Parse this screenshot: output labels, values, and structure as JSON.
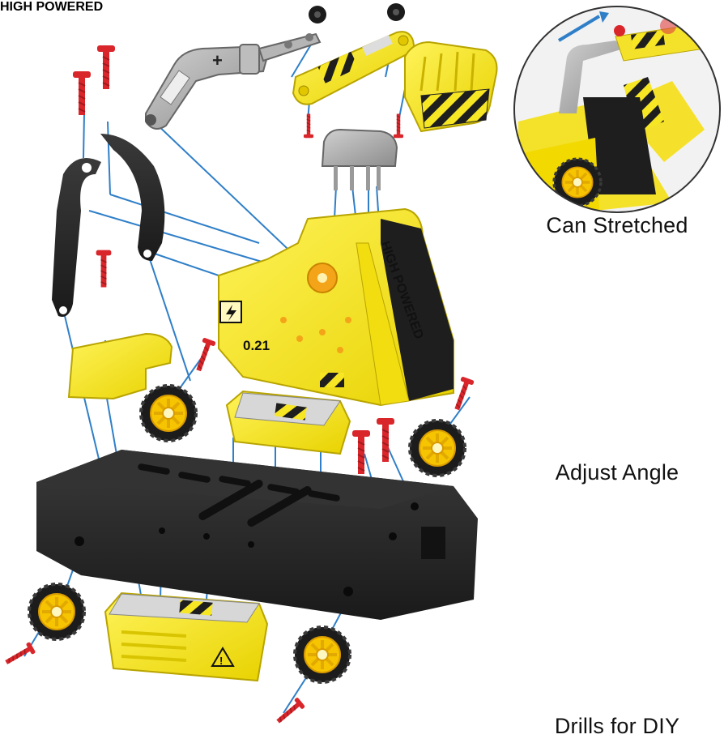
{
  "panels": [
    {
      "id": "stretch",
      "caption": "Can Stretched"
    },
    {
      "id": "angle",
      "caption": "Adjust Angle"
    },
    {
      "id": "drill",
      "caption": "Drills for DIY"
    }
  ],
  "toy": {
    "cab_text": "HIGH POWERED",
    "cab_number": "0.21"
  },
  "colors": {
    "toy_yellow": "#f7e623",
    "toy_black": "#262626",
    "screw_red": "#d9262b",
    "guide_blue": "#2f7fc8",
    "arm_grey": "#a9a9a9",
    "circle_border": "#333333"
  },
  "icons": [
    "lightning-icon",
    "warning-icon",
    "stretch-arrow-icon",
    "rotate-arrow-icon"
  ]
}
